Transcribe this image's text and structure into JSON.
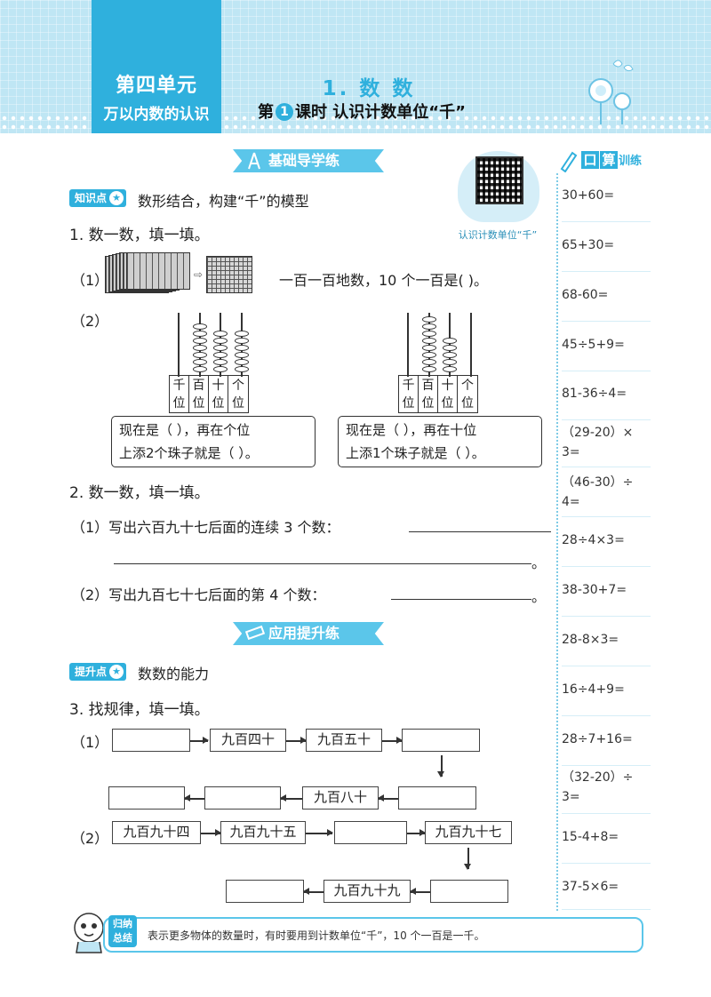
{
  "header": {
    "unit_title": "第四单元",
    "unit_sub": "万以内数的认识",
    "lesson_title": "1. 数  数",
    "lesson_prefix": "第",
    "lesson_num": "1",
    "lesson_rest": "课时  认识计数单位“千”"
  },
  "sections": {
    "basic": "基础导学练",
    "apply": "应用提升练"
  },
  "tags": {
    "knowledge": "知识点",
    "knowledge_text": "数形结合，构建“千”的模型",
    "improve": "提升点",
    "improve_text": "数数的能力",
    "star": "★"
  },
  "qr_caption": "认识计数单位“千”",
  "q1": {
    "title": "1. 数一数，填一填。",
    "p1_label": "（1）",
    "p1_text": "一百一百地数，10 个一百是(    )。",
    "p2_label": "（2）",
    "places": [
      "千位",
      "百位",
      "十位",
      "个位"
    ],
    "bubble1_line1": "现在是（      ），再在个位",
    "bubble1_line2": "上添2个珠子就是（      ）。",
    "bubble2_line1": "现在是（      ），再在十位",
    "bubble2_line2": "上添1个珠子就是（      ）。"
  },
  "q2": {
    "title": "2. 数一数，填一填。",
    "p1": "（1）写出六百九十七后面的连续 3 个数：",
    "p1_end": "。",
    "p2": "（2）写出九百七十七后面的第 4 个数：",
    "p2_end": "。"
  },
  "q3": {
    "title": "3. 找规律，填一填。",
    "p1_label": "（1）",
    "p2_label": "（2）",
    "row1": [
      "",
      "九百四十",
      "九百五十",
      ""
    ],
    "row2": [
      "",
      "",
      "九百八十",
      ""
    ],
    "row3": [
      "九百九十四",
      "九百九十五",
      "",
      "九百九十七"
    ],
    "row4": [
      "",
      "九百九十九",
      ""
    ]
  },
  "oral": {
    "title_k1": "口",
    "title_k2": "算",
    "title_rest": "训练",
    "items": [
      "30+60=",
      "65+30=",
      "68-60=",
      "45÷5+9=",
      "81-36÷4=",
      "（29-20）×\n3=",
      "（46-30）÷\n4=",
      "28÷4×3=",
      "38-30+7=",
      "28-8×3=",
      "16÷4+9=",
      "28÷7+16=",
      "（32-20）÷\n3=",
      "15-4+8=",
      "37-5×6="
    ]
  },
  "summary": {
    "tag": "归纳总结",
    "text": "表示更多物体的数量时，有时要用到计数单位“千”，10 个一百是一千。"
  },
  "colors": {
    "accent": "#2fb0dd",
    "header_bg": "#bfe6f4",
    "banner": "#5bc6ea"
  }
}
